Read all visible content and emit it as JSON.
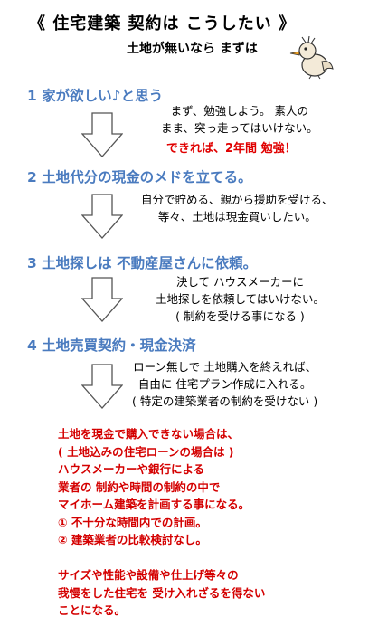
{
  "header": {
    "title": "《 住宅建築 契約は こうしたい 》",
    "subtitle": "土地が無いなら まずは"
  },
  "steps": [
    {
      "heading": "1 家が欲しい♪と思う",
      "lines": [
        "まず、勉強しよう。 素人の",
        "まま、突っ走ってはいけない。"
      ],
      "highlight": "できれば、2年間 勉強！"
    },
    {
      "heading": "2 土地代分の現金のメドを立てる。",
      "lines": [
        "自分で貯める、親から援助を受ける、",
        "等々、土地は現金買いしたい。"
      ]
    },
    {
      "heading": "3 土地探しは 不動産屋さんに依頼。",
      "lines": [
        "決して ハウスメーカーに",
        "土地探しを依頼してはいけない。",
        "(  制約を受ける事になる  )"
      ]
    },
    {
      "heading": "4 土地売買契約・現金決済",
      "lines": [
        "ローン無しで 土地購入を終えれば、",
        "自由に 住宅プラン作成に入れる。",
        "( 特定の建築業者の制約を受けない )"
      ]
    }
  ],
  "notes": [
    "土地を現金で購入できない場合は、",
    "( 土地込みの住宅ローンの場合は )",
    "ハウスメーカーや銀行による",
    "業者の 制約や時間の制約の中で",
    "マイホーム建築を計画する事になる。",
    "① 不十分な時間内での計画。",
    "② 建築業者の比較検討なし。",
    "",
    "サイズや性能や設備や仕上げ等々の",
    "我慢をした住宅を 受け入れざるを得ない",
    "ことになる。"
  ]
}
